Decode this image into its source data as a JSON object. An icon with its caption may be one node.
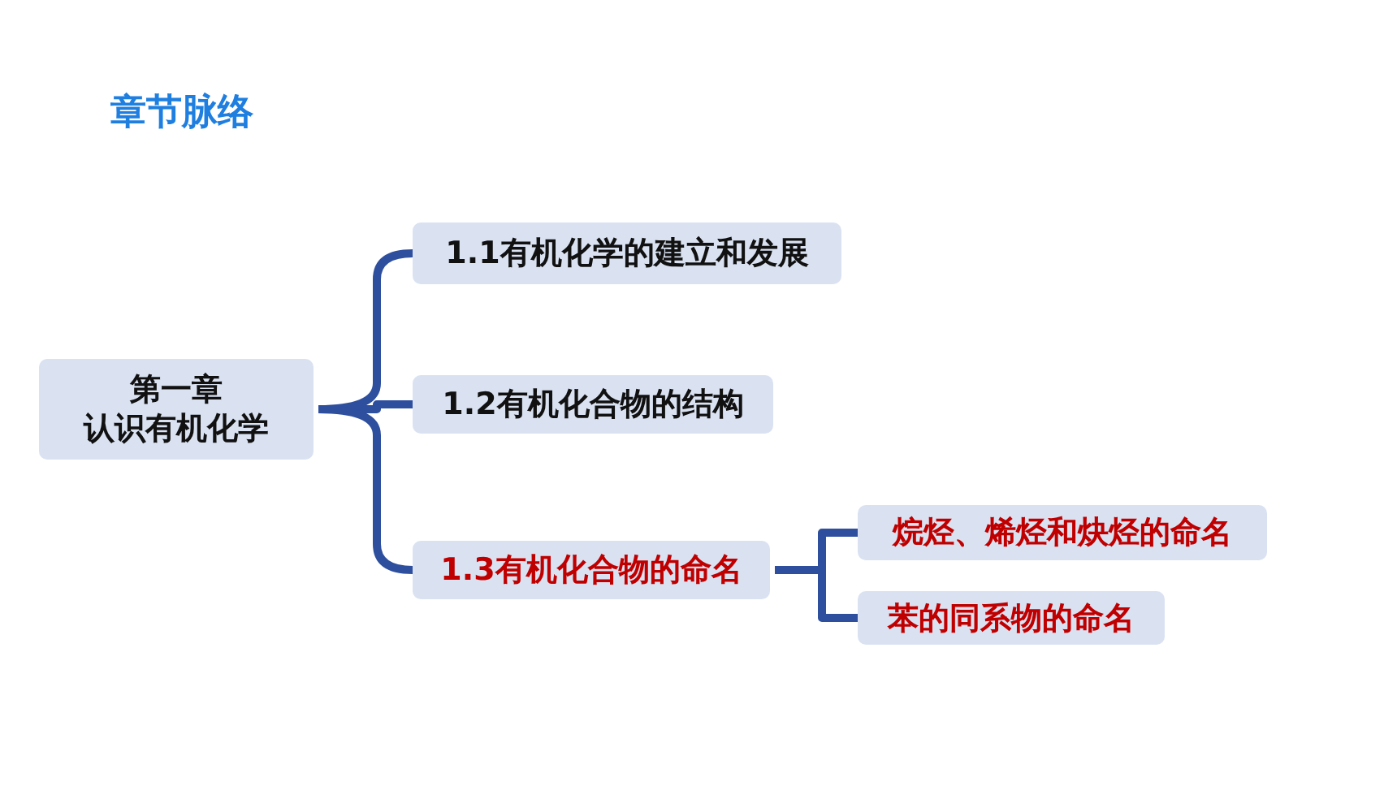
{
  "diagram": {
    "title": "章节脉络",
    "nodes": [
      {
        "text": [
          "第一章",
          "认识有机化学"
        ]
      },
      {
        "text": [
          "1.1有机化学的建立和发展"
        ]
      },
      {
        "text": [
          "1.2有机化合物的结构"
        ]
      },
      {
        "text": [
          "1.3有机化合物的命名"
        ]
      },
      {
        "text": [
          "烷烃、烯烃和炔烃的命名"
        ]
      },
      {
        "text": [
          "苯的同系物的命名"
        ]
      }
    ],
    "edges": [
      {
        "from": 0,
        "to": 1,
        "arrow": "none"
      },
      {
        "from": 0,
        "to": 2,
        "arrow": "none"
      },
      {
        "from": 0,
        "to": 3,
        "arrow": "none"
      },
      {
        "from": 3,
        "to": 4,
        "arrow": "none"
      },
      {
        "from": 3,
        "to": 5,
        "arrow": "none"
      }
    ]
  }
}
